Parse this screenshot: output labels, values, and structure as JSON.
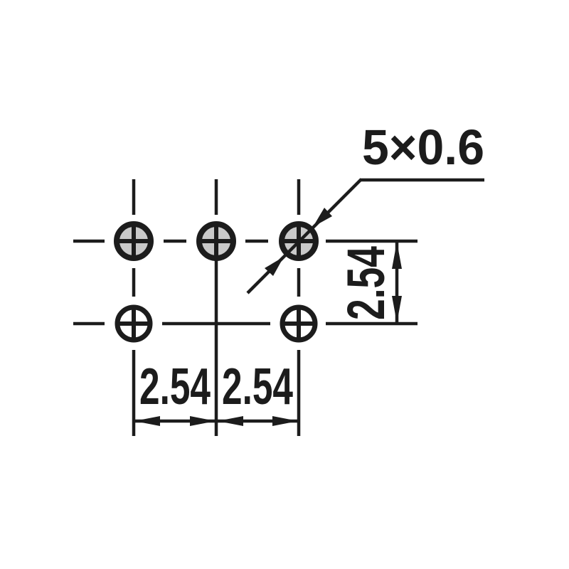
{
  "colors": {
    "line": "#1c1c1c",
    "pad_fill": "#c9c9c9",
    "hole_fill": "#ffffff",
    "background": "#ffffff"
  },
  "labels": {
    "hole_size": "5×0.6",
    "row_pitch": "2.54",
    "col_pitch_left": "2.54",
    "col_pitch_right": "2.54"
  },
  "figure": {
    "top_row_pad_count": 3,
    "bottom_row_hole_count": 2
  }
}
